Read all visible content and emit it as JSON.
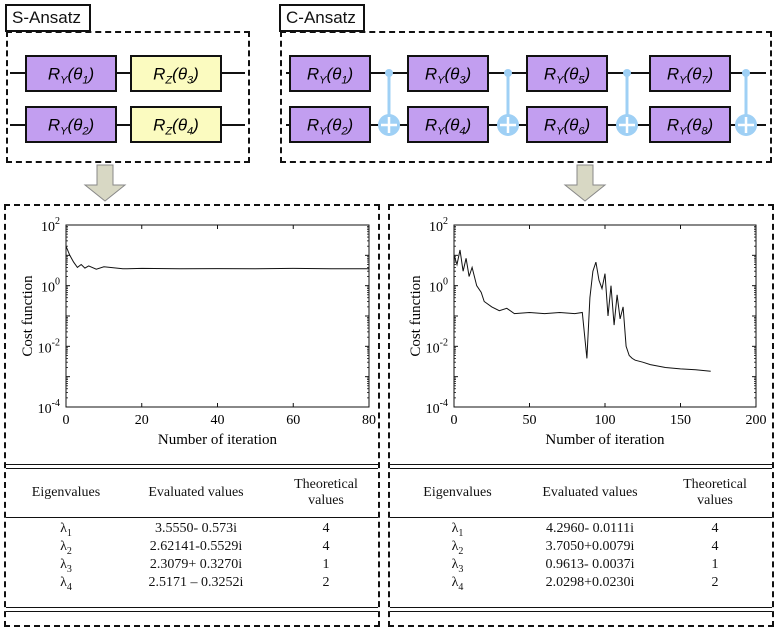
{
  "s_ansatz": {
    "title": "S-Ansatz",
    "gates": [
      {
        "op": "R",
        "sub": "Y",
        "theta": "1"
      },
      {
        "op": "R",
        "sub": "Z",
        "theta": "3"
      },
      {
        "op": "R",
        "sub": "Y",
        "theta": "2"
      },
      {
        "op": "R",
        "sub": "Z",
        "theta": "4"
      }
    ]
  },
  "c_ansatz": {
    "title": "C-Ansatz",
    "gates": [
      {
        "op": "R",
        "sub": "Y",
        "theta": "1"
      },
      {
        "op": "R",
        "sub": "Y",
        "theta": "3"
      },
      {
        "op": "R",
        "sub": "Y",
        "theta": "5"
      },
      {
        "op": "R",
        "sub": "Y",
        "theta": "7"
      },
      {
        "op": "R",
        "sub": "Y",
        "theta": "2"
      },
      {
        "op": "R",
        "sub": "Y",
        "theta": "4"
      },
      {
        "op": "R",
        "sub": "Y",
        "theta": "6"
      },
      {
        "op": "R",
        "sub": "Y",
        "theta": "8"
      }
    ]
  },
  "colors": {
    "ry_gate": "#c29ef0",
    "rz_gate": "#fbfbc0",
    "cnot": "#9fd0f5",
    "arrow": "#d8d8c4"
  },
  "left_panel": {
    "chart_data": {
      "type": "line",
      "xlabel": "Number of iteration",
      "ylabel": "Cost function",
      "xlim": [
        0,
        80
      ],
      "ylim": [
        0.0001,
        100
      ],
      "yscale": "log",
      "xticks": [
        "0",
        "20",
        "40",
        "60",
        "80"
      ],
      "yticks": [
        {
          "base": "10",
          "exp": "2",
          "v": 100
        },
        {
          "base": "10",
          "exp": "0",
          "v": 1
        },
        {
          "base": "10",
          "exp": "-2",
          "v": 0.01
        },
        {
          "base": "10",
          "exp": "-4",
          "v": 0.0001
        }
      ],
      "series": [
        {
          "x": [
            0,
            1,
            2,
            3,
            4,
            5,
            6,
            8,
            10,
            15,
            20,
            30,
            40,
            50,
            60,
            70,
            80
          ],
          "y": [
            20,
            10,
            6,
            4,
            5,
            3.8,
            4.5,
            3.5,
            4.2,
            3.6,
            3.7,
            3.6,
            3.65,
            3.6,
            3.7,
            3.6,
            3.6
          ]
        }
      ]
    },
    "table": {
      "headers": [
        "Eigenvalues",
        "Evaluated values",
        "Theoretical values"
      ],
      "rows": [
        {
          "eig": "λ",
          "idx": "1",
          "evaluated": "3.5550- 0.573i",
          "theoretical": "4"
        },
        {
          "eig": "λ",
          "idx": "2",
          "evaluated": "2.62141-0.5529i",
          "theoretical": "4"
        },
        {
          "eig": "λ",
          "idx": "3",
          "evaluated": "2.3079+ 0.3270i",
          "theoretical": "1"
        },
        {
          "eig": "λ",
          "idx": "4",
          "evaluated": "2.5171 – 0.3252i",
          "theoretical": "2"
        }
      ]
    }
  },
  "right_panel": {
    "chart_data": {
      "type": "line",
      "xlabel": "Number of iteration",
      "ylabel": "Cost function",
      "xlim": [
        0,
        200
      ],
      "ylim": [
        0.0001,
        100
      ],
      "yscale": "log",
      "xticks": [
        "0",
        "50",
        "100",
        "150",
        "200"
      ],
      "yticks": [
        {
          "base": "10",
          "exp": "2",
          "v": 100
        },
        {
          "base": "10",
          "exp": "0",
          "v": 1
        },
        {
          "base": "10",
          "exp": "-2",
          "v": 0.01
        },
        {
          "base": "10",
          "exp": "-4",
          "v": 0.0001
        }
      ],
      "series": [
        {
          "x": [
            0,
            2,
            4,
            6,
            8,
            10,
            12,
            15,
            18,
            20,
            25,
            30,
            35,
            40,
            50,
            60,
            70,
            80,
            85,
            88,
            90,
            92,
            94,
            96,
            98,
            100,
            102,
            104,
            106,
            108,
            110,
            112,
            114,
            116,
            118,
            120,
            125,
            130,
            140,
            150,
            160,
            170
          ],
          "y": [
            10,
            5,
            15,
            3,
            8,
            2,
            4,
            1,
            0.6,
            0.3,
            0.2,
            0.15,
            0.18,
            0.12,
            0.13,
            0.12,
            0.13,
            0.12,
            0.13,
            0.004,
            0.4,
            3,
            6,
            1.5,
            0.8,
            2.5,
            0.1,
            1,
            0.05,
            0.5,
            0.08,
            0.2,
            0.01,
            0.005,
            0.004,
            0.0035,
            0.003,
            0.0025,
            0.002,
            0.0018,
            0.0017,
            0.0015
          ]
        }
      ]
    },
    "table": {
      "headers": [
        "Eigenvalues",
        "Evaluated values",
        "Theoretical values"
      ],
      "rows": [
        {
          "eig": "λ",
          "idx": "1",
          "evaluated": "4.2960- 0.0111i",
          "theoretical": "4"
        },
        {
          "eig": "λ",
          "idx": "2",
          "evaluated": "3.7050+0.0079i",
          "theoretical": "4"
        },
        {
          "eig": "λ",
          "idx": "3",
          "evaluated": "0.9613- 0.0037i",
          "theoretical": "1"
        },
        {
          "eig": "λ",
          "idx": "4",
          "evaluated": "2.0298+0.0230i",
          "theoretical": "2"
        }
      ]
    }
  }
}
